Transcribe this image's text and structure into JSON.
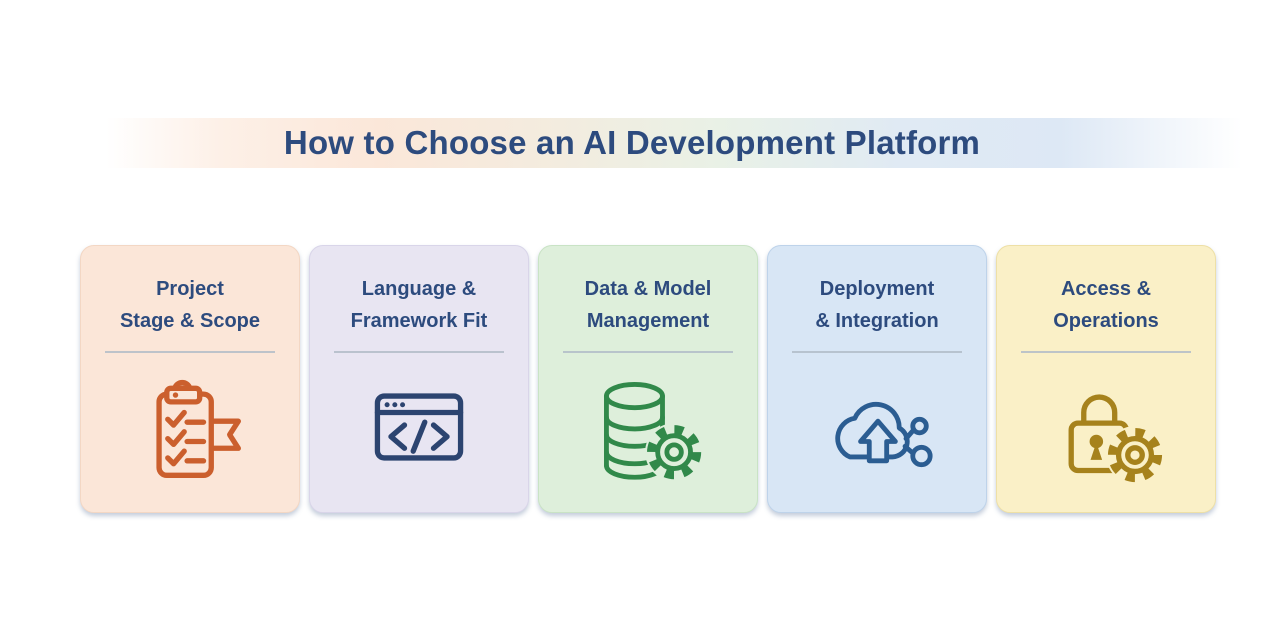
{
  "header": {
    "title": "How to Choose an AI Development Platform"
  },
  "theme": {
    "page_bg": "#ffffff",
    "heading_color": "#2d4b7e",
    "divider_color": "#b2bcc8",
    "band_gradient": "linear-gradient(90deg, #ffffff 0%, #fdf0e7 10%, #fbe7d9 24%, #f3ecdf 40%, #e9f1e6 54%, #e0eaf4 70%, #dde8f5 84%, #ffffff 100%)"
  },
  "cards": [
    {
      "id": "project-stage-scope",
      "title_line1": "Project",
      "title_line2": "Stage & Scope",
      "bg": "#fbe6d8",
      "border_color": "#f3d7c4",
      "icon": "clipboard-checklist-icon",
      "icon_color": "#cb5f2d"
    },
    {
      "id": "language-framework-fit",
      "title_line1": "Language &",
      "title_line2": "Framework Fit",
      "bg": "#e8e5f2",
      "border_color": "#d9d5e9",
      "icon": "code-window-icon",
      "icon_color": "#2c4470"
    },
    {
      "id": "data-model-management",
      "title_line1": "Data & Model",
      "title_line2": "Management",
      "bg": "#deefdb",
      "border_color": "#c9e3c5",
      "icon": "database-gear-icon",
      "icon_color": "#31894a"
    },
    {
      "id": "deployment-integration",
      "title_line1": "Deployment",
      "title_line2": "& Integration",
      "bg": "#d8e6f5",
      "border_color": "#bed3ea",
      "icon": "cloud-upload-share-icon",
      "icon_color": "#2b5d92"
    },
    {
      "id": "access-operations",
      "title_line1": "Access &",
      "title_line2": "Operations",
      "bg": "#faf0c7",
      "border_color": "#eee0a6",
      "icon": "padlock-gear-icon",
      "icon_color": "#a6821c"
    }
  ]
}
